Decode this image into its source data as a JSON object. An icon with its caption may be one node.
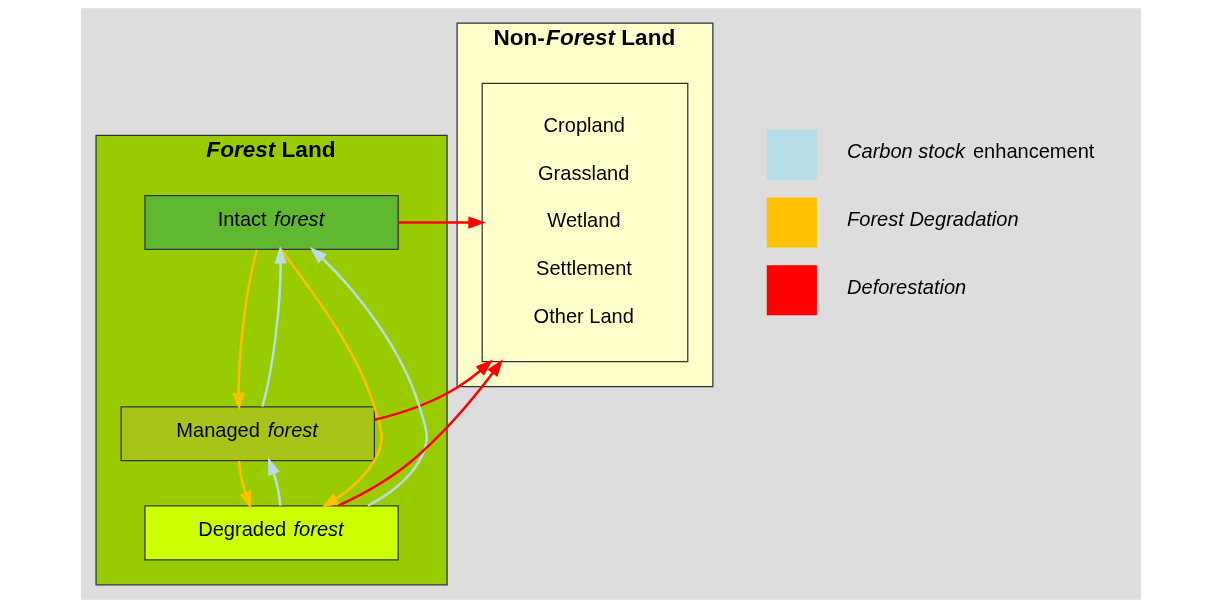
{
  "diagram": {
    "nodes": [
      {
        "text": [
          "*Forest* Land"
        ]
      },
      {
        "text": [
          "Intact *forest*"
        ],
        "in": 0
      },
      {
        "text": [
          "Managed *forest*"
        ],
        "in": 0
      },
      {
        "text": [
          "Degraded *forest*"
        ],
        "in": 0
      },
      {
        "text": [
          "Non-*Forest* Land"
        ]
      },
      {
        "text": [
          "Cropland",
          "Grassland",
          "Wetland",
          "Settlement",
          "Other Land"
        ],
        "in": 4
      }
    ],
    "edges": [
      {
        "from": 1,
        "to": 2,
        "arrow": "to",
        "color": "#ffc000"
      },
      {
        "from": 2,
        "to": 3,
        "arrow": "to",
        "color": "#ffc000"
      },
      {
        "from": 1,
        "to": 3,
        "arrow": "to",
        "color": "#ffc000"
      },
      {
        "from": 3,
        "to": 1,
        "arrow": "to",
        "color": "#b7dde8"
      },
      {
        "from": 2,
        "to": 1,
        "arrow": "to",
        "color": "#b7dde8"
      },
      {
        "from": 3,
        "to": 2,
        "arrow": "to",
        "color": "#b7dde8"
      },
      {
        "from": 1,
        "to": 5,
        "arrow": "to",
        "color": "#ff0000"
      },
      {
        "from": 2,
        "to": 5,
        "arrow": "to",
        "color": "#ff0000"
      },
      {
        "from": 3,
        "to": 5,
        "arrow": "to",
        "color": "#ff0000"
      }
    ],
    "legend": [
      {
        "text": "*Carbon stock* enhancement"
      },
      {
        "text": "Forest Degradation"
      },
      {
        "text": "Deforestation"
      }
    ]
  }
}
